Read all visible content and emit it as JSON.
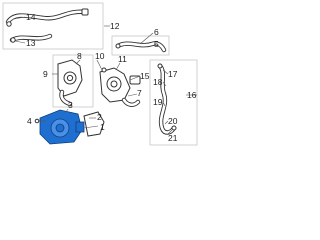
{
  "callouts": {
    "c1": "1",
    "c2": "2",
    "c3": "3",
    "c4": "4",
    "c5": "5",
    "c6": "6",
    "c7": "7",
    "c8": "8",
    "c9": "9",
    "c10": "10",
    "c11": "11",
    "c12": "12",
    "c13": "13",
    "c14": "14",
    "c15": "15",
    "c16": "16",
    "c17": "17",
    "c18": "18",
    "c19": "19",
    "c20": "20",
    "c21": "21"
  },
  "colors": {
    "highlight": "#1f6fd1",
    "line": "#333333",
    "panel_border": "#c7c7c7"
  }
}
